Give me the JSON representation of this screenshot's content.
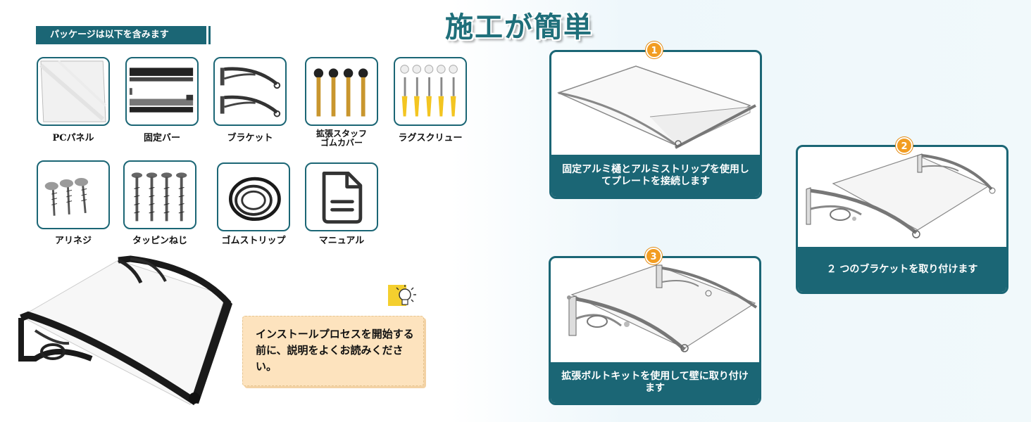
{
  "title": "施工が簡単",
  "package": {
    "header": "パッケージは以下を含みます",
    "items": [
      {
        "label": "PCパネル",
        "icon": "pc-panel-icon"
      },
      {
        "label": "固定バー",
        "icon": "fixing-bar-icon"
      },
      {
        "label": "ブラケット",
        "icon": "bracket-icon"
      },
      {
        "label": "拡張スタッフ\nゴムカバー",
        "icon": "expansion-bolt-icon"
      },
      {
        "label": "ラグスクリュー",
        "icon": "lag-screw-icon"
      },
      {
        "label": "アリネジ",
        "icon": "screw-icon"
      },
      {
        "label": "タッピンねじ",
        "icon": "tapping-screw-icon"
      },
      {
        "label": "ゴムストリップ",
        "icon": "rubber-strip-icon"
      },
      {
        "label": "マニュアル",
        "icon": "manual-icon"
      }
    ]
  },
  "note": {
    "text": "インストールプロセスを開始する前に、説明をよくお読みください。",
    "icon": "light-bulb-icon"
  },
  "steps": [
    {
      "number": "1",
      "caption": "固定アルミ樋とアルミストリップを使用してプレートを接続します"
    },
    {
      "number": "2",
      "caption": "２ つのブラケットを取り付けます"
    },
    {
      "number": "3",
      "caption": "拡張ボルトキットを使用して壁に取り付けます"
    }
  ],
  "colors": {
    "accent": "#1b6675",
    "step_badge": "#f29d22",
    "note_bg": "#fde3be"
  }
}
